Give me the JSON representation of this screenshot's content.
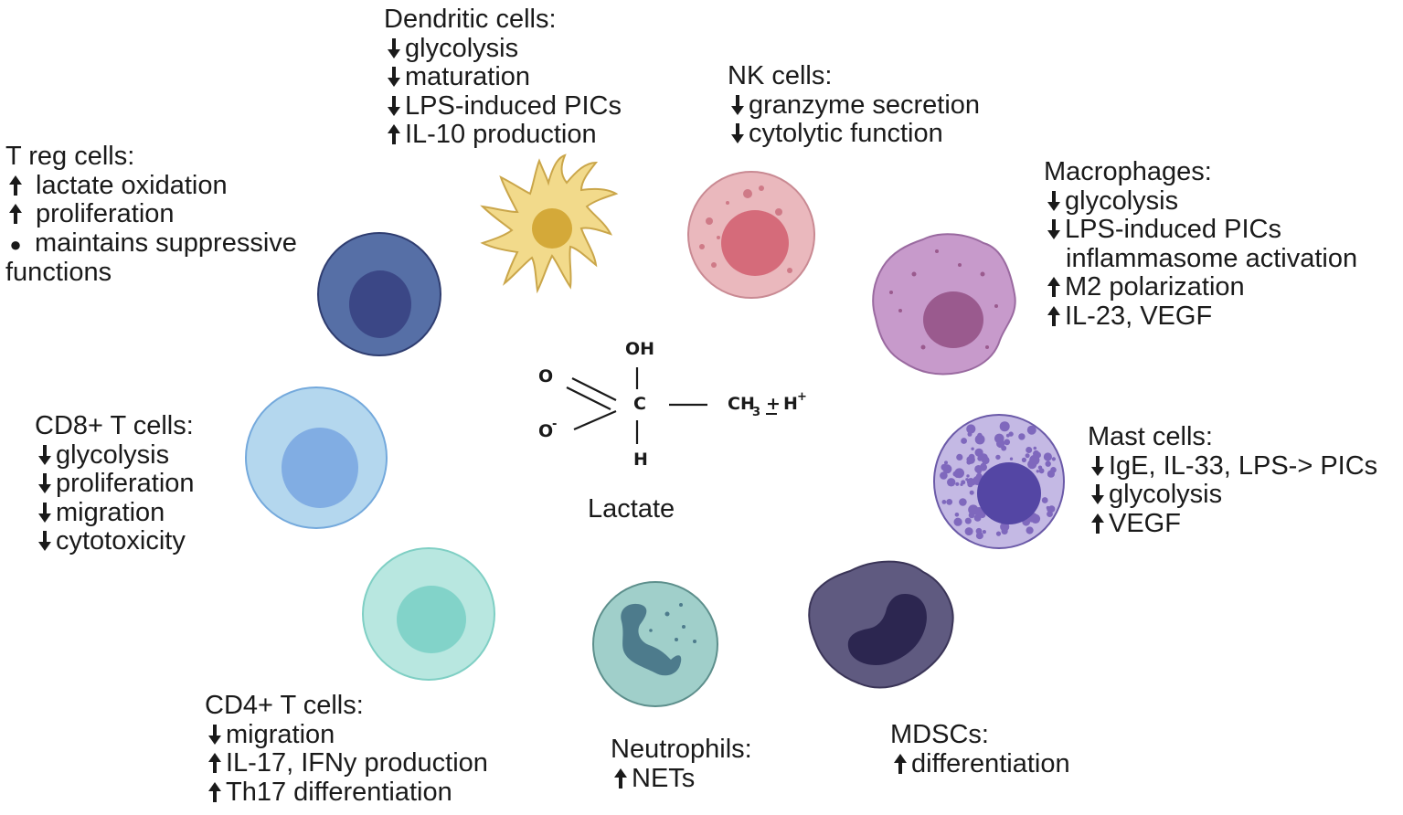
{
  "colors": {
    "treg": "#566fa6",
    "treg_nucleus": "#3b4786",
    "dendritic": "#f2da8b",
    "dendritic_nucleus": "#d4a939",
    "nk": "#eab8bd",
    "nk_nucleus": "#d56b7a",
    "macrophage": "#c79acb",
    "macrophage_nucleus": "#9a5a8e",
    "mast": "#c4b9e4",
    "mast_nucleus": "#5446a4",
    "mast_granule": "#7f68bd",
    "mdsc": "#5f5a80",
    "mdsc_nucleus": "#2c2650",
    "neutrophil": "#a0cfca",
    "neutrophil_nucleus": "#4d7b8c",
    "cd4": "#b8e7e0",
    "cd4_nucleus": "#82d3c9",
    "cd8": "#b4d7ee",
    "cd8_nucleus": "#81ade3"
  },
  "center": {
    "label": "Lactate",
    "atoms": {
      "oh": "OH",
      "o_double": "O",
      "o_minus": "O",
      "o_minus_sup": "-",
      "c": "C",
      "h": "H",
      "ch3": "CH",
      "ch3_sub": "3",
      "plus_minus": "+",
      "h_plus": "H",
      "h_plus_sup": "+"
    }
  },
  "groups": {
    "dendritic": {
      "title": "Dendritic cells:",
      "items": [
        {
          "arrow": "down-arrow-icon",
          "text": "glycolysis"
        },
        {
          "arrow": "down-arrow-icon",
          "text": "maturation"
        },
        {
          "arrow": "down-arrow-icon",
          "text": "LPS-induced PICs"
        },
        {
          "arrow": "up-arrow-icon",
          "text": "IL-10 production"
        }
      ]
    },
    "nk": {
      "title": "NK cells:",
      "items": [
        {
          "arrow": "down-arrow-icon",
          "text": "granzyme secretion"
        },
        {
          "arrow": "down-arrow-icon",
          "text": "cytolytic function"
        }
      ]
    },
    "treg": {
      "title": "T reg cells:",
      "items": [
        {
          "arrow": "up-arrow-icon",
          "text": "lactate oxidation"
        },
        {
          "arrow": "up-arrow-icon",
          "text": "proliferation"
        },
        {
          "arrow": "bullet-dot-icon",
          "text": "maintains suppressive"
        }
      ],
      "continuation": "functions"
    },
    "macrophages": {
      "title": "Macrophages:",
      "items": [
        {
          "arrow": "down-arrow-icon",
          "text": "glycolysis"
        },
        {
          "arrow": "down-arrow-icon",
          "text": "LPS-induced PICs"
        }
      ],
      "continuation": "inflammasome activation",
      "items2": [
        {
          "arrow": "up-arrow-icon",
          "text": "M2 polarization"
        },
        {
          "arrow": "up-arrow-icon",
          "text": "IL-23, VEGF"
        }
      ]
    },
    "mast": {
      "title": "Mast cells:",
      "items": [
        {
          "arrow": "down-arrow-icon",
          "text": "IgE, IL-33, LPS-> PICs"
        },
        {
          "arrow": "down-arrow-icon",
          "text": "glycolysis"
        },
        {
          "arrow": "up-arrow-icon",
          "text": "VEGF"
        }
      ]
    },
    "cd8": {
      "title": "CD8+ T cells:",
      "items": [
        {
          "arrow": "down-arrow-icon",
          "text": "glycolysis"
        },
        {
          "arrow": "down-arrow-icon",
          "text": "proliferation"
        },
        {
          "arrow": "down-arrow-icon",
          "text": "migration"
        },
        {
          "arrow": "down-arrow-icon",
          "text": "cytotoxicity"
        }
      ]
    },
    "cd4": {
      "title": "CD4+ T cells:",
      "items": [
        {
          "arrow": "down-arrow-icon",
          "text": "migration"
        },
        {
          "arrow": "up-arrow-icon",
          "text": "IL-17, IFNy production"
        },
        {
          "arrow": "up-arrow-icon",
          "text": "Th17 differentiation"
        }
      ]
    },
    "neutrophils": {
      "title": "Neutrophils:",
      "items": [
        {
          "arrow": "up-arrow-icon",
          "text": "NETs"
        }
      ]
    },
    "mdsc": {
      "title": "MDSCs:",
      "items": [
        {
          "arrow": "up-arrow-icon",
          "text": "differentiation"
        }
      ]
    }
  }
}
